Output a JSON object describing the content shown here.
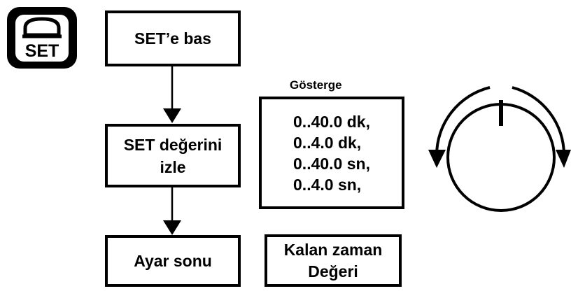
{
  "set_button": {
    "label": "SET"
  },
  "flow": {
    "step1": "SET’e bas",
    "step2_line1": "SET değerini",
    "step2_line2": "izle",
    "step3": "Ayar sonu"
  },
  "indicator": {
    "title": "Gösterge",
    "options": [
      "0..40.0 dk,",
      "0..4.0 dk,",
      "0..40.0 sn,",
      "0..4.0 sn,"
    ]
  },
  "remaining": {
    "line1": "Kalan zaman",
    "line2": "Değeri"
  },
  "colors": {
    "ink": "#000000",
    "background": "#ffffff"
  },
  "icons": {
    "set": "set-key-icon",
    "knob": "rotary-knob-icon"
  }
}
